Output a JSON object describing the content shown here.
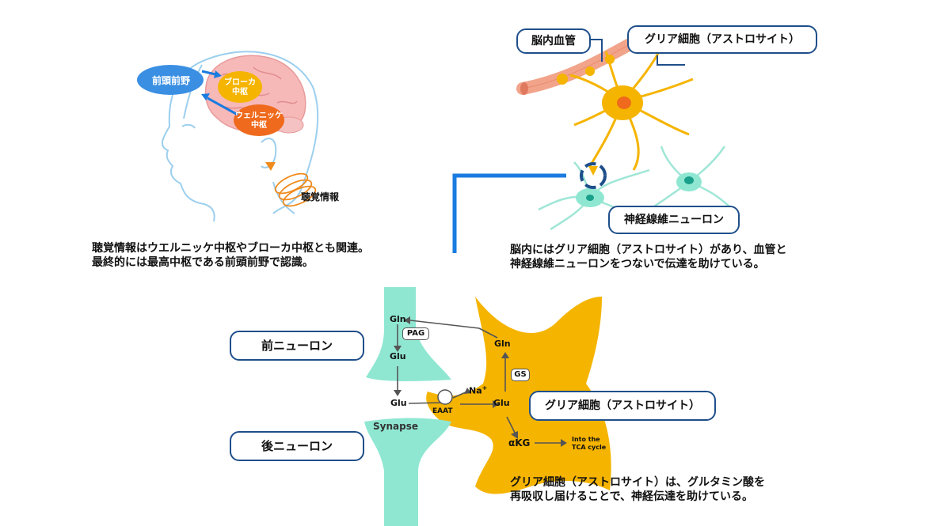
{
  "brain": {
    "prefrontal_label": "前頭前野",
    "broca_label": "ブローカ\n中枢",
    "wernicke_label": "ウェルニッケ\n中枢",
    "auditory_label": "聴覚情報",
    "caption_line1": "聴覚情報はウエルニッケ中枢やブローカ中枢とも関連。",
    "caption_line2": "最終的には最高中枢である前頭前野で認識。"
  },
  "glia_top": {
    "vessel_label": "脳内血管",
    "astro_label": "グリア細胞（アストロサイト）",
    "neuron_label": "神経線維ニューロン",
    "caption_line1": "脳内にはグリア細胞（アストロサイト）があり、血管と",
    "caption_line2": "神経線維ニューロンをつないで伝達を助けている。"
  },
  "synapse": {
    "pre_neuron_label": "前ニューロン",
    "post_neuron_label": "後ニューロン",
    "astro_label": "グリア細胞（アストロサイト）",
    "synapse_label": "Synapse",
    "gln_top": "Gln",
    "pag": "PAG",
    "glu_pre": "Glu",
    "glu_cleft": "Glu",
    "eaat": "EAAT",
    "na": "Na",
    "na_sup": "+",
    "glu_astro": "Glu",
    "gs": "GS",
    "gln_astro": "Gln",
    "akg": "αKG",
    "tca_line1": "Into the",
    "tca_line2": "TCA cycle",
    "caption_line1": "グリア細胞（アストロサイト）は、グルタミン酸を",
    "caption_line2": "再吸収し届けることで、神経伝達を助けている。"
  },
  "colors": {
    "accent_blue": "#1a7be0",
    "astro_orange": "#f5b400",
    "neuron_teal": "#8fe7d2",
    "vessel_pink": "#f2a48a",
    "frame_navy": "#1f4f8b"
  }
}
